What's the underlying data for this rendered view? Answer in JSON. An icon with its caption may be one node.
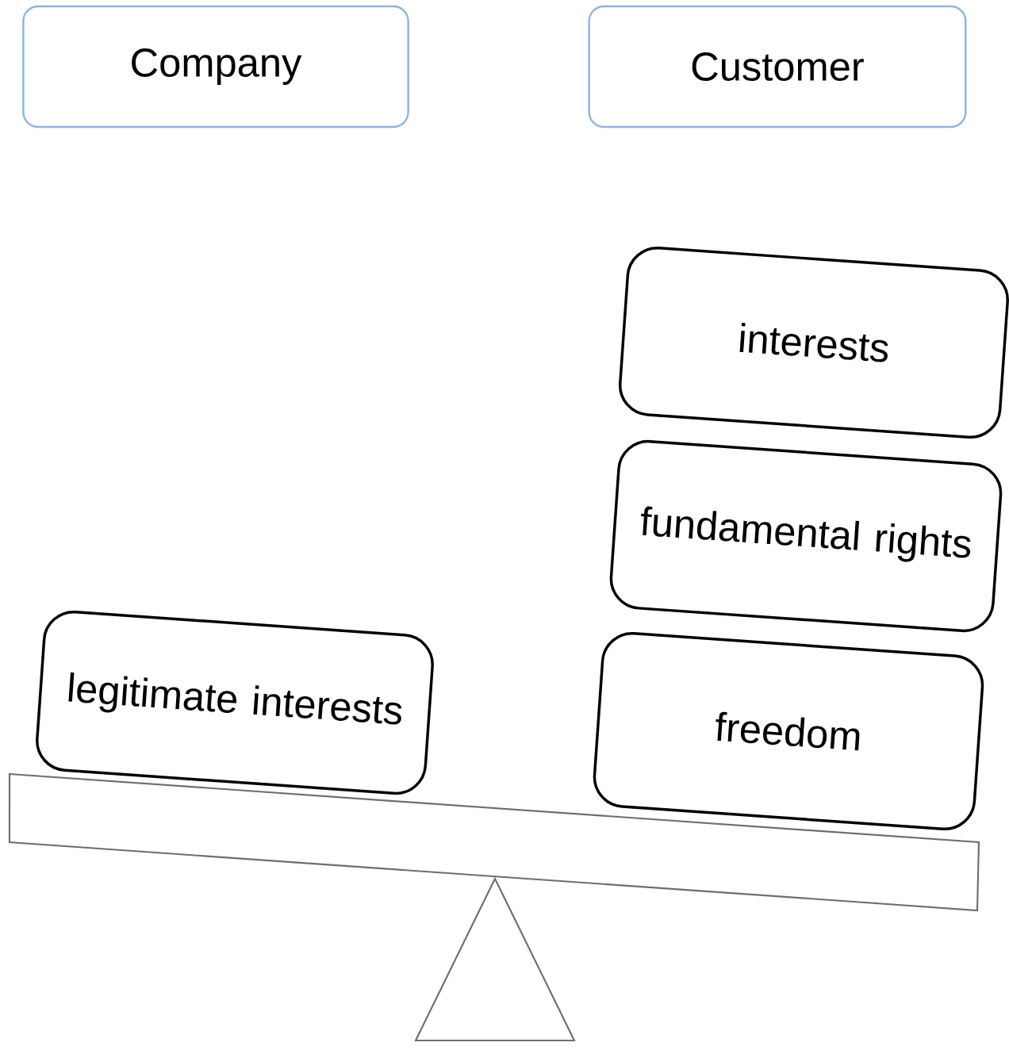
{
  "diagram": {
    "nodes": [
      {
        "text": [
          "Company"
        ]
      },
      {
        "text": [
          "Customer"
        ]
      },
      {
        "text": [
          "interests"
        ]
      },
      {
        "text": [
          "fundamental rights"
        ]
      },
      {
        "text": [
          "legitimate interests"
        ]
      },
      {
        "text": [
          "freedom"
        ]
      }
    ]
  }
}
